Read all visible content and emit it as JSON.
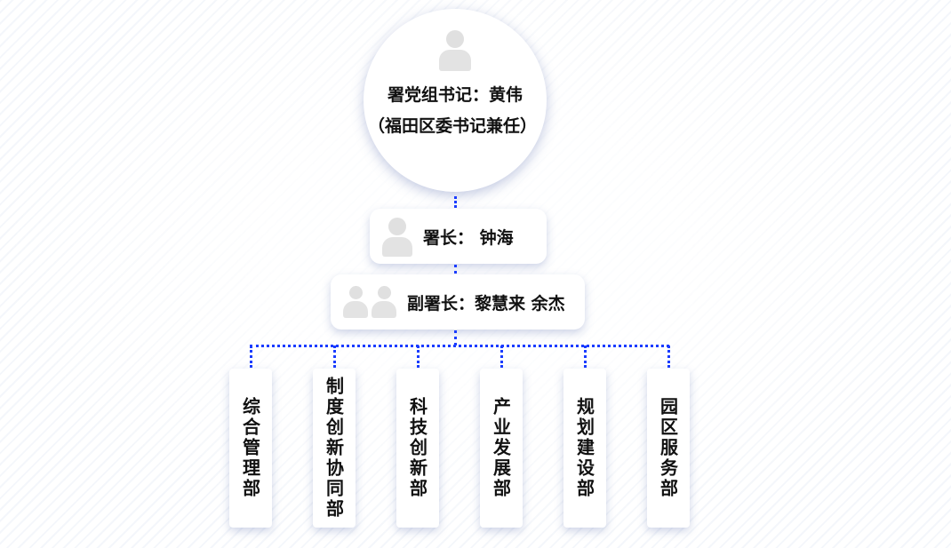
{
  "secretary": {
    "icon": "person-icon",
    "line1": "署党组书记：黄伟",
    "line2": "（福田区委书记兼任）"
  },
  "director": {
    "icon": "person-icon",
    "label": "署长： 钟海"
  },
  "deputy": {
    "icons": [
      "person-icon",
      "person-icon"
    ],
    "label": "副署长：黎慧来 余杰"
  },
  "departments": [
    {
      "label": "综合管理部"
    },
    {
      "label": "制度创新协同部"
    },
    {
      "label": "科技创新部"
    },
    {
      "label": "产业发展部"
    },
    {
      "label": "规划建设部"
    },
    {
      "label": "园区服务部"
    }
  ],
  "colors": {
    "connector": "#1a3cff"
  }
}
